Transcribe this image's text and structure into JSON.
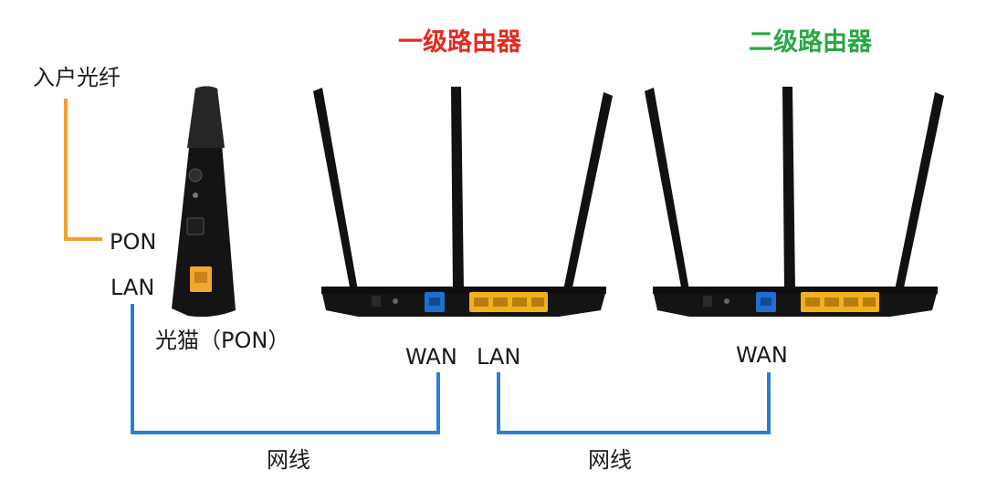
{
  "labels": {
    "fiber_in": "入户光纤",
    "pon": "PON",
    "lan_modem": "LAN",
    "modem": "光猫（PON）",
    "router1_title": "一级路由器",
    "router2_title": "二级路由器",
    "wan_router1": "WAN",
    "lan_router1": "LAN",
    "wan_router2": "WAN",
    "cable_1": "网线",
    "cable_2": "网线"
  },
  "colors": {
    "fiber": "#f0a030",
    "ethernet": "#2a7fd4",
    "router1_title": "#e8281e",
    "router2_title": "#28a844",
    "device_body": "#141414",
    "wan_port": "#1f6fd1",
    "lan_ports": "#f2b01c"
  }
}
